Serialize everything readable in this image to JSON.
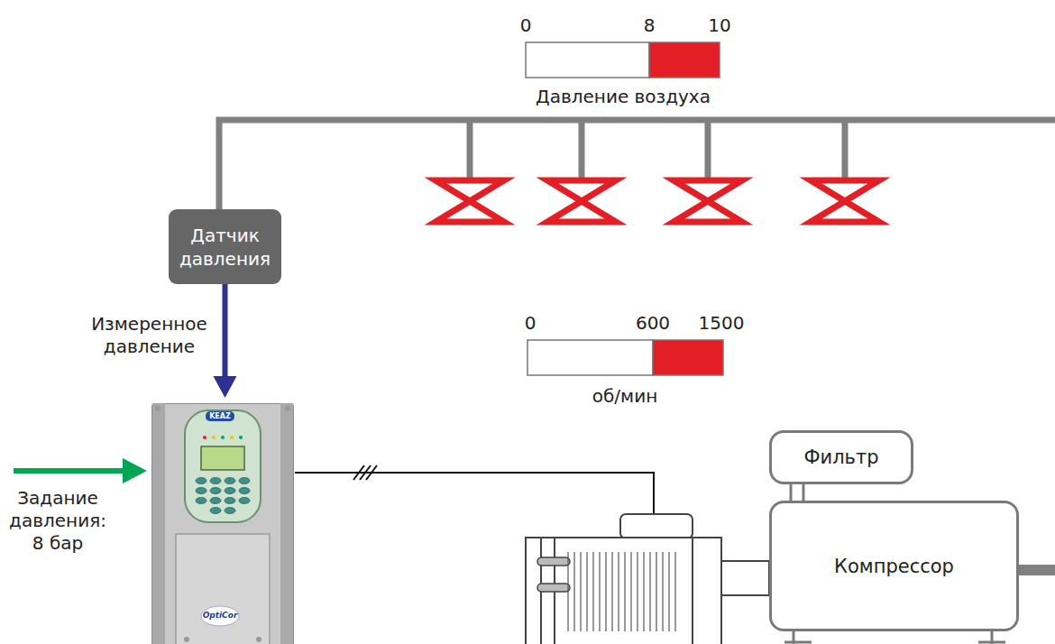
{
  "diagram": {
    "nodes": [
      {
        "text": [
          "Датчик давления"
        ]
      },
      {
        "text": [
          "KEAZ",
          "OptiCor"
        ]
      },
      {
        "text": [
          "Фильтр"
        ]
      },
      {
        "text": [
          "Компрессор"
        ]
      }
    ],
    "edges": [
      {
        "from": 0,
        "to": 1,
        "arrow": "to",
        "label": "Измеренное давление"
      },
      {
        "from": 2,
        "to": 3,
        "arrow": "none"
      }
    ],
    "labels": [
      "0",
      "8",
      "10",
      "Давление воздуха",
      "0",
      "600",
      "1500",
      "об/мин",
      "Задание давления: 8 бар"
    ]
  }
}
